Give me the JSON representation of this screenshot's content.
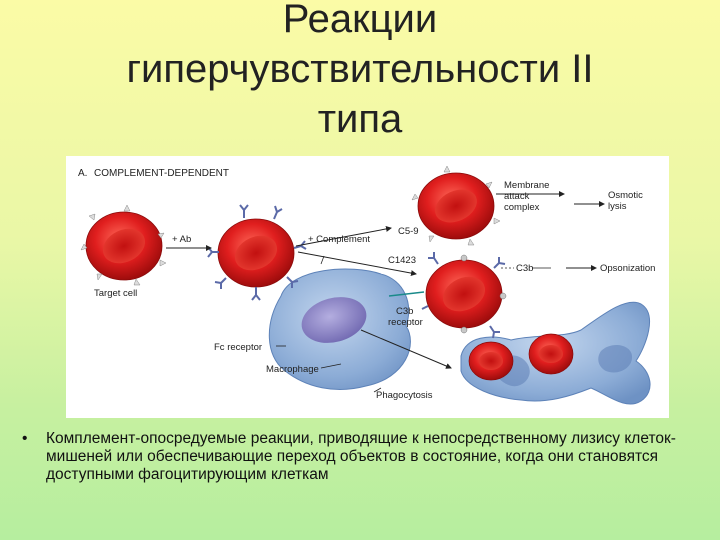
{
  "slide": {
    "title": "Реакции\nгиперчувствительности   II\nтипа",
    "bullet": "Комплемент-опосредуемые реакции, приводящие к непосредственному лизису клеток-мишеней или обеспечивающие переход объектов в состояние, когда они становятся доступными фагоцитирующим клеткам"
  },
  "figure": {
    "panel_label": "A.",
    "panel_title": "COMPLEMENT-DEPENDENT",
    "labels": {
      "target_cell": "Target cell",
      "plus_ab": "+ Ab",
      "plus_complement": "+ Complement",
      "c5_9": "C5-9",
      "c1423": "C1423",
      "membrane_attack_complex_1": "Membrane",
      "membrane_attack_complex_2": "attack",
      "membrane_attack_complex_3": "complex",
      "osmotic_lysis_1": "Osmotic",
      "osmotic_lysis_2": "lysis",
      "c3b": "C3b",
      "opsonization": "Opsonization",
      "c3b_receptor_1": "C3b",
      "c3b_receptor_2": "receptor",
      "fc_receptor": "Fc receptor",
      "macrophage": "Macrophage",
      "phagocytosis": "Phagocytosis"
    }
  },
  "colors": {
    "background_top": "#fbfba6",
    "background_bottom": "#b6ee9f",
    "rbc_red": "#d81818",
    "macrophage_blue": "#8fb0d8",
    "nucleus_purple": "#8d86c8"
  }
}
